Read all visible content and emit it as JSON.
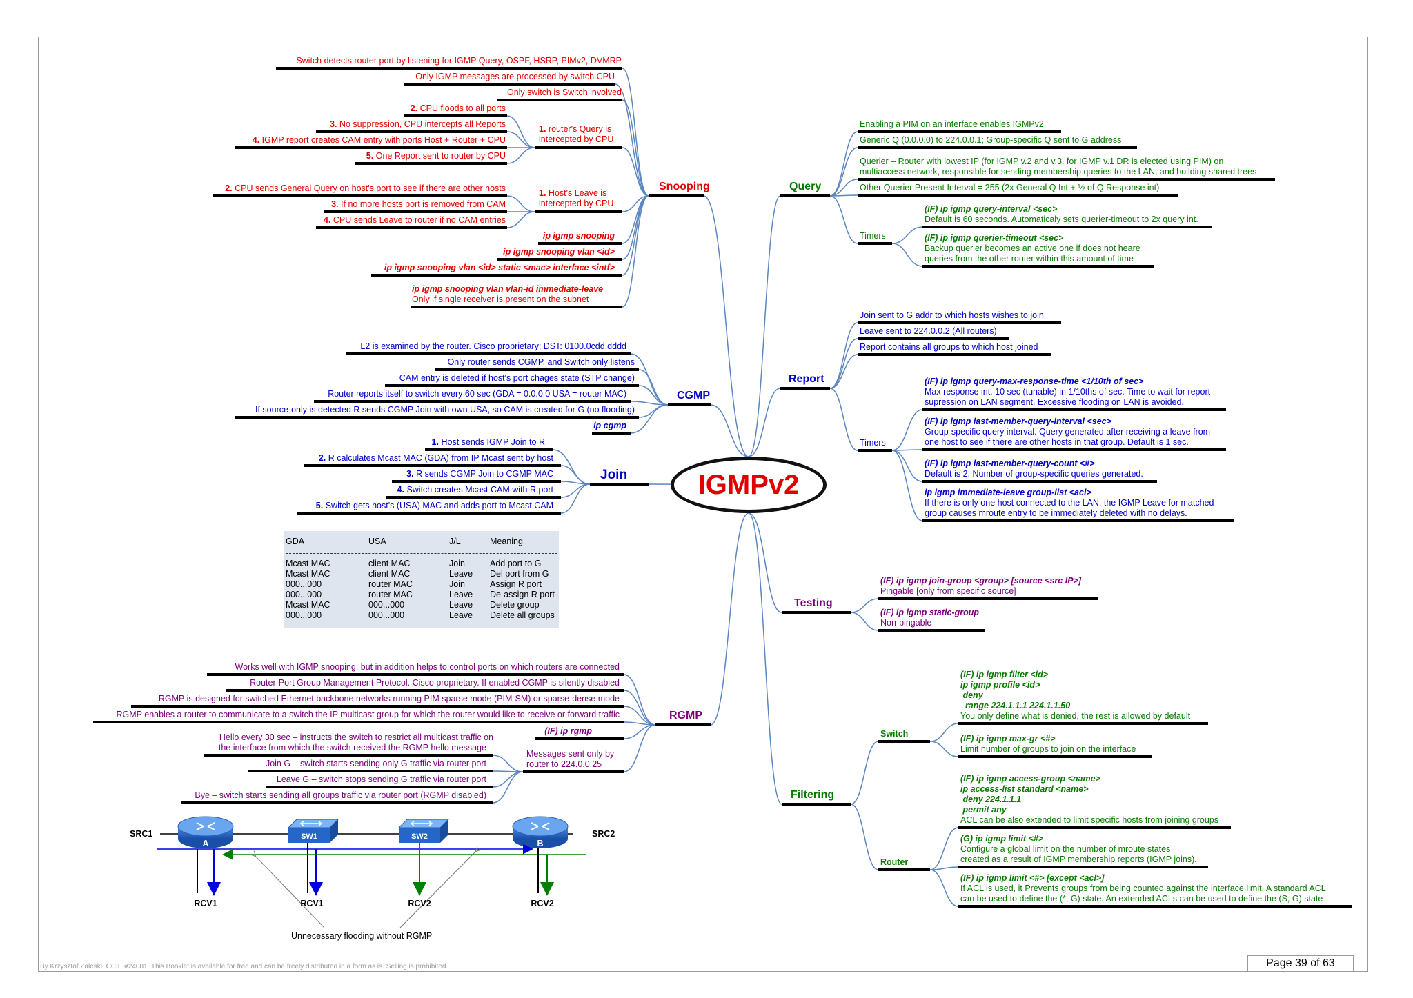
{
  "center": "IGMPv2",
  "branches": {
    "snooping": "Snooping",
    "cgmp": "CGMP",
    "join": "Join",
    "rgmp": "RGMP",
    "query": "Query",
    "report": "Report",
    "testing": "Testing",
    "filtering": "Filtering"
  },
  "snooping": {
    "items": [
      "Switch detects router port by listening for IGMP Query, OSPF, HSRP, PIMv2, DVMRP",
      "Only IGMP messages are processed by switch CPU",
      "Only switch is Switch involved"
    ],
    "query_intercept": {
      "num": "1.",
      "label_line1": "router's Query is",
      "label_line2": "intercepted by CPU",
      "steps": [
        {
          "num": "2.",
          "text": "CPU floods to all ports"
        },
        {
          "num": "3.",
          "text": "No suppression, CPU intercepts all Reports"
        },
        {
          "num": "4.",
          "text": "IGMP report creates CAM entry with ports Host + Router + CPU"
        },
        {
          "num": "5.",
          "text": "One Report sent to router by CPU"
        }
      ]
    },
    "leave_intercept": {
      "num": "1.",
      "label_line1": "Host's Leave is",
      "label_line2": "intercepted by CPU",
      "steps": [
        {
          "num": "2.",
          "text": "CPU sends General Query on host's port to see if there are other hosts"
        },
        {
          "num": "3.",
          "text": "If no more hosts port is removed from CAM"
        },
        {
          "num": "4.",
          "text": "CPU sends Leave to router if no CAM entries"
        }
      ]
    },
    "commands": [
      "ip igmp snooping",
      "ip igmp snooping vlan <id>",
      "ip igmp snooping vlan <id> static <mac> interface <intf>",
      "ip igmp snooping vlan vlan-id immediate-leave"
    ],
    "immediate_leave_note": "Only if single receiver is present on the subnet"
  },
  "cgmp": {
    "items": [
      "L2 is examined by the router. Cisco proprietary; DST: 0100.0cdd.dddd",
      "Only router sends CGMP, and Switch only listens",
      "CAM entry is deleted if host's port chages state (STP change)",
      "Router reports itself to switch every 60 sec (GDA = 0.0.0.0 USA = router MAC)",
      "If source-only is detected R sends CGMP Join with own USA, so CAM is created for G (no flooding)"
    ],
    "command": "ip cgmp"
  },
  "join": {
    "steps": [
      {
        "num": "1.",
        "text": "Host sends IGMP Join to R"
      },
      {
        "num": "2.",
        "text": "R calculates Mcast MAC (GDA) from IP Mcast sent by host"
      },
      {
        "num": "3.",
        "text": "R sends CGMP Join to CGMP MAC"
      },
      {
        "num": "4.",
        "text": "Switch creates Mcast CAM with R port"
      },
      {
        "num": "5.",
        "text": "Switch gets host's (USA) MAC and adds port to Mcast CAM"
      }
    ]
  },
  "gda_table": {
    "headers": [
      "GDA",
      "USA",
      "J/L",
      "Meaning"
    ],
    "rows": [
      [
        "Mcast MAC",
        "client MAC",
        "Join",
        "Add port to G"
      ],
      [
        "Mcast MAC",
        "client MAC",
        "Leave",
        "Del port from G"
      ],
      [
        "000...000",
        "router MAC",
        "Join",
        "Assign R port"
      ],
      [
        "000...000",
        "router MAC",
        "Leave",
        "De-assign R port"
      ],
      [
        "Mcast MAC",
        "000...000",
        "Leave",
        "Delete group"
      ],
      [
        "000...000",
        "000...000",
        "Leave",
        "Delete all groups"
      ]
    ]
  },
  "rgmp": {
    "items": [
      "Works well with IGMP snooping, but in addition helps to control ports on which routers are connected",
      "Router-Port Group Management Protocol. Cisco proprietary. If enabled CGMP is silently disabled",
      "RGMP is designed for switched Ethernet backbone networks running PIM sparse mode (PIM-SM) or sparse-dense mode",
      "RGMP enables a router to communicate to a switch the IP multicast group for which the router would like to receive or forward traffic"
    ],
    "command": "(IF) ip rgmp",
    "messages_label_line1": "Messages sent only by",
    "messages_label_line2": "router to 224.0.0.25",
    "messages": [
      "Hello every 30 sec – instructs the switch to restrict all multicast traffic on",
      "the interface from which the switch received the RGMP hello message",
      "Join G – switch starts sending only G traffic via router port",
      "Leave G – switch stops sending G traffic via router port",
      "Bye – switch starts sending all groups traffic via router port (RGMP disabled)"
    ]
  },
  "network": {
    "src1": "SRC1",
    "src2": "SRC2",
    "router_a": "A",
    "sw1": "SW1",
    "sw2": "SW2",
    "router_b": "B",
    "rcv": [
      "RCV1",
      "RCV1",
      "RCV2",
      "RCV2"
    ],
    "caption": "Unnecessary flooding without RGMP"
  },
  "query": {
    "items": [
      "Enabling a PIM on an interface enables IGMPv2",
      "Generic Q (0.0.0.0) to 224.0.0.1; Group-specific Q sent to G address",
      "Querier – Router with lowest IP (for IGMP v.2 and v.3. for IGMP v.1 DR is elected using PIM) on",
      "multiaccess network, responsible for sending membership queries to the LAN, and building shared trees",
      "Other Querier Present Interval = 255 (2x General Q Int + ½ of Q Response int)"
    ],
    "timers_label": "Timers",
    "timers": [
      {
        "cmd": "(IF) ip igmp query-interval <sec>",
        "desc": [
          "Default is 60 seconds. Automaticaly sets querier-timeout to 2x query int."
        ]
      },
      {
        "cmd": "(IF) ip igmp querier-timeout <sec>",
        "desc": [
          "Backup querier becomes an active one if does not heare",
          "queries from the other router within this amount of time"
        ]
      }
    ]
  },
  "report": {
    "items": [
      "Join sent to G addr to which hosts wishes to join",
      "Leave sent to 224.0.0.2 (All routers)",
      "Report contains all groups to which host joined"
    ],
    "timers_label": "Timers",
    "timers": [
      {
        "cmd": "(IF) ip igmp query-max-response-time <1/10th of sec>",
        "desc": [
          "Max response int. 10 sec (tunable) in 1/10ths of sec. Time to wait for report",
          "supression on LAN segment. Excessive flooding on LAN is avoided."
        ]
      },
      {
        "cmd": "(IF) ip igmp last-member-query-interval <sec>",
        "desc": [
          "Group-specific query interval. Query generated after receiving a leave from",
          "one host to see if there are other hosts in that group. Default is 1 sec."
        ]
      },
      {
        "cmd": "(IF) ip igmp last-member-query-count <#>",
        "desc": [
          "Default is 2. Number of group-specific queries generated."
        ]
      },
      {
        "cmd": "ip igmp immediate-leave group-list <acl>",
        "desc": [
          "If there is only one host connected to the LAN, the IGMP Leave for matched",
          "group causes mroute entry to be immediately deleted with no delays."
        ]
      }
    ]
  },
  "testing": {
    "items": [
      {
        "cmd": "(IF) ip igmp join-group <group> [source <src IP>]",
        "desc": "Pingable [only from specific source]"
      },
      {
        "cmd": "(IF) ip igmp static-group",
        "desc": "Non-pingable"
      }
    ]
  },
  "filtering": {
    "switch_label": "Switch",
    "switch": [
      {
        "cmds": [
          "(IF) ip igmp filter <id>",
          "ip igmp profile <id>",
          " deny",
          "  range 224.1.1.1 224.1.1.50"
        ],
        "desc": [
          "You only define what is denied, the rest is allowed by default"
        ]
      },
      {
        "cmds": [
          "(IF) ip igmp max-gr <#>"
        ],
        "desc": [
          "Limit number of groups to join on the interface"
        ]
      }
    ],
    "router_label": "Router",
    "router": [
      {
        "cmds": [
          "(IF) ip igmp access-group <name>",
          "ip access-list standard <name>",
          " deny 224.1.1.1",
          " permit any"
        ],
        "desc": [
          "ACL can be also extended to limit specific hosts from joining groups"
        ]
      },
      {
        "cmds": [
          "(G) ip igmp limit <#>"
        ],
        "desc": [
          "Configure a global limit on the number of mroute states",
          "created as a result of IGMP membership reports (IGMP joins)."
        ]
      },
      {
        "cmds": [
          "(IF) ip igmp limit <#> [except <acl>]"
        ],
        "desc": [
          "If ACL is used, it Prevents groups from being counted against the interface limit. A standard ACL",
          "can be used to define the (*, G) state. An extended ACLs can be used to define the (S, G) state"
        ]
      }
    ]
  },
  "footer": {
    "left": "By Krzysztof Zaleski, CCIE #24081. This Booklet is available for free and can be freely distributed in a form as is. Selling is prohibited.",
    "page": "Page 39 of 63"
  },
  "colors": {
    "snooping": "#e00000",
    "cgmp_join": "#0000c8",
    "rgmp_testing": "#7a007a",
    "query_filtering": "#087a00",
    "report": "#0000c8",
    "connector": "#5b86c0"
  }
}
